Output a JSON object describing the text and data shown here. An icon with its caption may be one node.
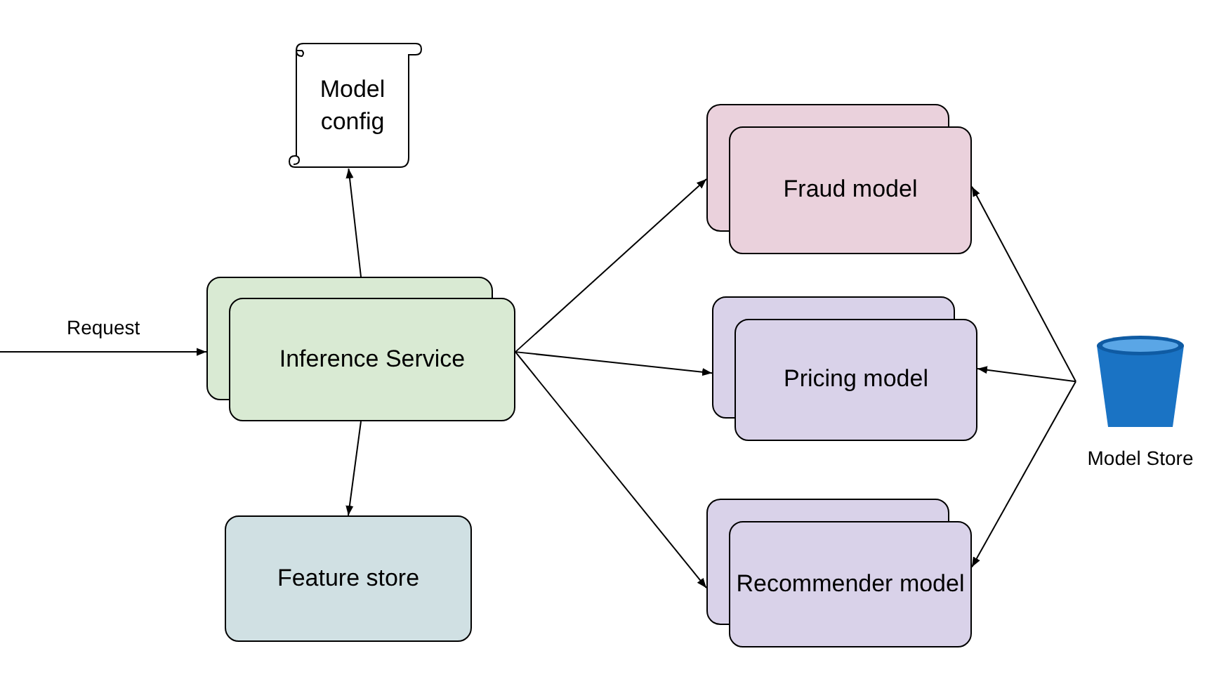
{
  "diagram": {
    "nodes": [
      {
        "text": [
          "Model config"
        ]
      },
      {
        "text": [
          "Inference Service"
        ]
      },
      {
        "text": [
          "Feature store"
        ]
      },
      {
        "text": [
          "Fraud model"
        ]
      },
      {
        "text": [
          "Pricing model"
        ]
      },
      {
        "text": [
          "Recommender model"
        ]
      },
      {
        "text": [
          "Model Store"
        ]
      }
    ],
    "edges": [
      {
        "from": 1,
        "to": 0,
        "arrow": "to"
      },
      {
        "from": null,
        "to": 1,
        "arrow": "to",
        "label": "Request"
      },
      {
        "from": 1,
        "to": 2,
        "arrow": "to"
      },
      {
        "from": 1,
        "to": 3,
        "arrow": "to"
      },
      {
        "from": 1,
        "to": 4,
        "arrow": "to"
      },
      {
        "from": 1,
        "to": 5,
        "arrow": "to"
      },
      {
        "from": 6,
        "to": 3,
        "arrow": "to"
      },
      {
        "from": 6,
        "to": 4,
        "arrow": "to"
      },
      {
        "from": 6,
        "to": 5,
        "arrow": "to"
      }
    ]
  }
}
